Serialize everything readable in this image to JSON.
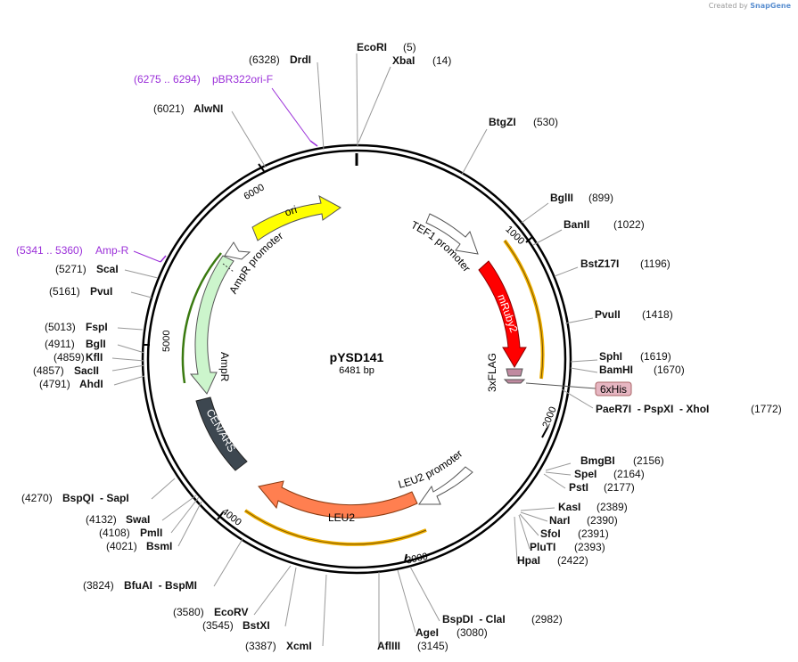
{
  "watermark": {
    "prefix": "Created by",
    "brand": "SnapGene"
  },
  "plasmid": {
    "name": "pYSD141",
    "size_label": "6481 bp",
    "length": 6481
  },
  "ticks": [
    "1000",
    "2000",
    "3000",
    "4000",
    "5000",
    "6000"
  ],
  "sites": [
    {
      "name": "EcoRI",
      "pos": "(5)"
    },
    {
      "name": "XbaI",
      "pos": "(14)"
    },
    {
      "name": "BtgZI",
      "pos": "(530)"
    },
    {
      "name": "BglII",
      "pos": "(899)"
    },
    {
      "name": "BanII",
      "pos": "(1022)"
    },
    {
      "name": "BstZ17I",
      "pos": "(1196)"
    },
    {
      "name": "PvuII",
      "pos": "(1418)"
    },
    {
      "name": "SphI",
      "pos": "(1619)"
    },
    {
      "name": "BamHI",
      "pos": "(1670)"
    },
    {
      "name": "PaeR7I  - PspXI  - XhoI",
      "pos": "(1772)"
    },
    {
      "name": "BmgBI",
      "pos": "(2156)"
    },
    {
      "name": "SpeI",
      "pos": "(2164)"
    },
    {
      "name": "PstI",
      "pos": "(2177)"
    },
    {
      "name": "KasI",
      "pos": "(2389)"
    },
    {
      "name": "NarI",
      "pos": "(2390)"
    },
    {
      "name": "SfoI",
      "pos": "(2391)"
    },
    {
      "name": "PluTI",
      "pos": "(2393)"
    },
    {
      "name": "HpaI",
      "pos": "(2422)"
    },
    {
      "name": "BspDI  - ClaI",
      "pos": "(2982)"
    },
    {
      "name": "AgeI",
      "pos": "(3080)"
    },
    {
      "name": "AflIII",
      "pos": "(3145)"
    },
    {
      "name": "XcmI",
      "pos": "(3387)"
    },
    {
      "name": "BstXI",
      "pos": "(3545)"
    },
    {
      "name": "EcoRV",
      "pos": "(3580)"
    },
    {
      "name": "BfuAI  - BspMI",
      "pos": "(3824)"
    },
    {
      "name": "BsmI",
      "pos": "(4021)"
    },
    {
      "name": "PmlI",
      "pos": "(4108)"
    },
    {
      "name": "SwaI",
      "pos": "(4132)"
    },
    {
      "name": "BspQI  - SapI",
      "pos": "(4270)"
    },
    {
      "name": "AhdI",
      "pos": "(4791)"
    },
    {
      "name": "SacII",
      "pos": "(4857)"
    },
    {
      "name": "KflI",
      "pos": "(4859)"
    },
    {
      "name": "BglI",
      "pos": "(4911)"
    },
    {
      "name": "FspI",
      "pos": "(5013)"
    },
    {
      "name": "PvuI",
      "pos": "(5161)"
    },
    {
      "name": "ScaI",
      "pos": "(5271)"
    },
    {
      "name": "AlwNI",
      "pos": "(6021)"
    },
    {
      "name": "DrdI",
      "pos": "(6328)"
    }
  ],
  "primers": [
    {
      "name": "pBR322ori-F",
      "pos": "(6275 .. 6294)"
    },
    {
      "name": "Amp-R",
      "pos": "(5341 .. 5360)"
    }
  ],
  "features": [
    {
      "name": "ori",
      "color": "#ffff00"
    },
    {
      "name": "AmpR promoter",
      "color": "#ffffff"
    },
    {
      "name": "AmpR",
      "color": "#ccf5cc"
    },
    {
      "name": "TEF1 promoter",
      "color": "#ffffff"
    },
    {
      "name": "mRuby2",
      "color": "#ff0000"
    },
    {
      "name": "3xFLAG",
      "color": "#c08aa0"
    },
    {
      "name": "6xHis",
      "color": "#e6b6c2"
    },
    {
      "name": "CEN/ARS",
      "color": "#3d4750"
    },
    {
      "name": "LEU2 promoter",
      "color": "#ffffff"
    },
    {
      "name": "LEU2",
      "color": "#ff7f50"
    }
  ]
}
